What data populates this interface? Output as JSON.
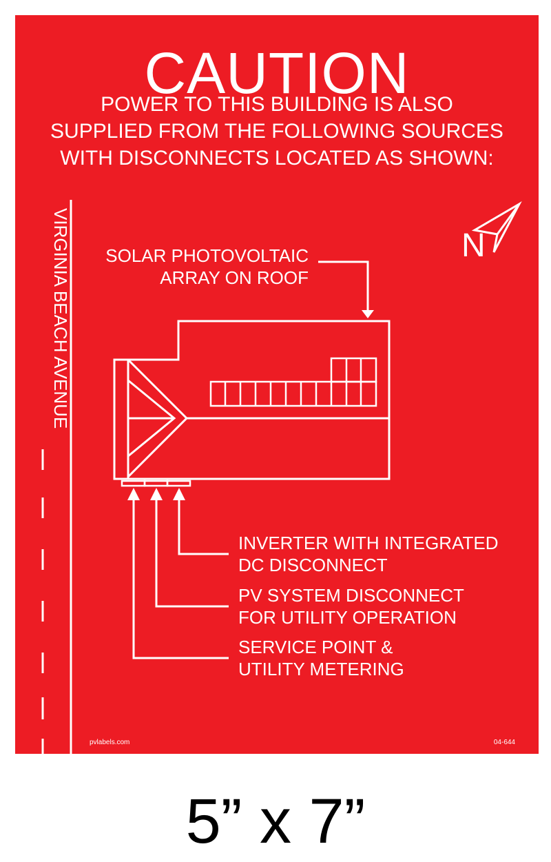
{
  "colors": {
    "sign_background": "#ed1c24",
    "foreground": "#ffffff",
    "page_background": "#ffffff",
    "size_text": "#000000"
  },
  "sign": {
    "title": "CAUTION",
    "subtitle_lines": [
      "POWER TO THIS BUILDING IS ALSO",
      "SUPPLIED FROM THE FOLLOWING SOURCES",
      "WITH DISCONNECTS LOCATED AS SHOWN:"
    ],
    "street_name": "VIRGINIA BEACH AVENUE",
    "north_label": "N",
    "callouts": {
      "solar_array": [
        "SOLAR PHOTOVOLTAIC",
        "ARRAY ON ROOF"
      ],
      "inverter": [
        "INVERTER WITH INTEGRATED",
        "DC DISCONNECT"
      ],
      "pv_disconnect": [
        "PV SYSTEM DISCONNECT",
        "FOR UTILITY OPERATION"
      ],
      "service_point": [
        "SERVICE POINT &",
        "UTILITY METERING"
      ]
    },
    "footer_left": "pvlabels.com",
    "footer_right": "04-644",
    "icons": {
      "compass": "north-arrow-icon",
      "arrows": "arrow-icon"
    }
  },
  "size_label": "5” x 7”"
}
